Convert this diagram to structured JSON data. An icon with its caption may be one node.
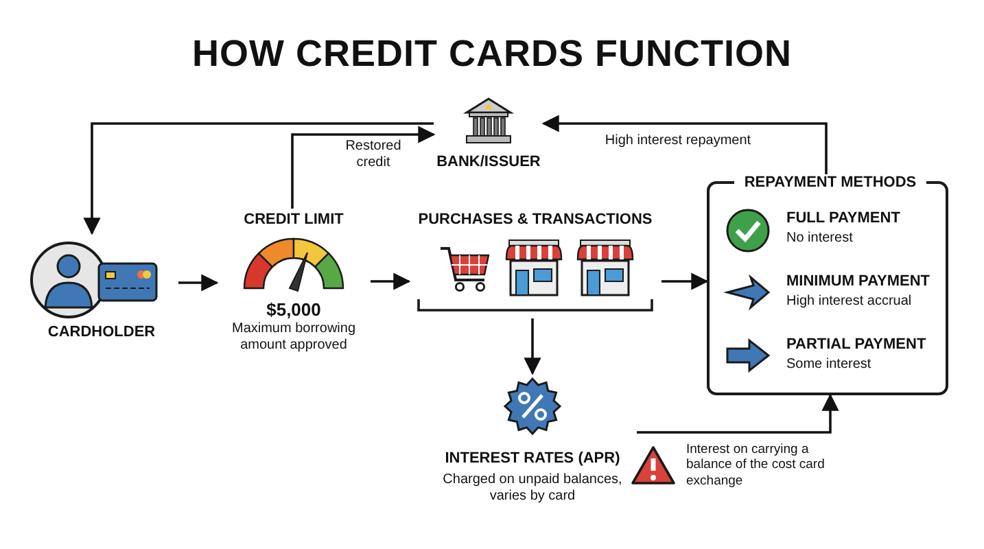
{
  "diagram": {
    "title": "HOW CREDIT CARDS FUNCTION",
    "nodes": [
      {
        "text": [
          "CARDHOLDER"
        ]
      },
      {
        "text": [
          "CREDIT LIMIT",
          "$5,000",
          "Maximum borrowing amount approved"
        ]
      },
      {
        "text": [
          "BANK/ISSUER"
        ]
      },
      {
        "text": [
          "PURCHASES & TRANSACTIONS"
        ]
      },
      {
        "text": [
          "INTEREST RATES (APR)",
          "Charged on unpaid balances, varies by card"
        ]
      },
      {
        "text": [
          "REPAYMENT METHODS"
        ]
      },
      {
        "text": [
          "FULL PAYMENT",
          "No interest"
        ],
        "in": 5
      },
      {
        "text": [
          "MINIMUM PAYMENT",
          "High interest accrual"
        ],
        "in": 5
      },
      {
        "text": [
          "PARTIAL PAYMENT",
          "Some interest"
        ],
        "in": 5
      }
    ],
    "edges": [
      {
        "from": 0,
        "to": 1,
        "arrow": "to"
      },
      {
        "from": 1,
        "to": 3,
        "arrow": "to"
      },
      {
        "from": 3,
        "to": 5,
        "arrow": "to"
      },
      {
        "from": 3,
        "to": 4,
        "arrow": "to"
      },
      {
        "from": 4,
        "to": 5,
        "arrow": "to"
      },
      {
        "from": 5,
        "to": 2,
        "arrow": "to",
        "label": "High interest repayment"
      },
      {
        "from": 1,
        "to": 2,
        "arrow": "to",
        "label": "Restored credit"
      },
      {
        "from": 2,
        "to": 0,
        "arrow": "to"
      }
    ],
    "labels": [
      "Interest on carrying a balance of the cost card exchange"
    ]
  }
}
